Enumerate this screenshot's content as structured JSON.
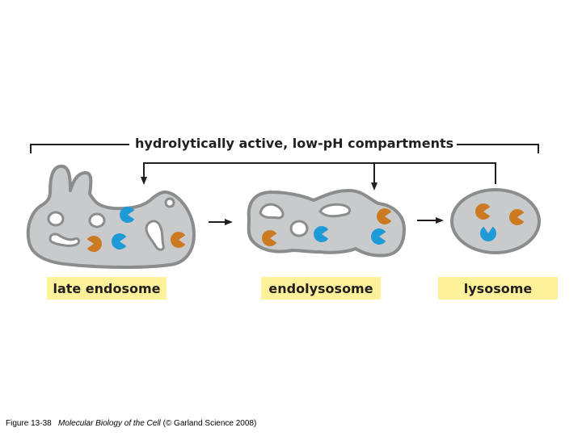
{
  "header": {
    "title": "hydrolytically active, low-pH compartments"
  },
  "compartments": [
    {
      "id": "late-endosome",
      "label": "late endosome"
    },
    {
      "id": "endolysosome",
      "label": "endolysosome"
    },
    {
      "id": "lysosome",
      "label": "lysosome"
    }
  ],
  "caption": {
    "figure": "Figure 13-38",
    "book": "Molecular Biology of the Cell",
    "credit": "(© Garland Science 2008)"
  },
  "colors": {
    "cell_fill": "#c9cacb",
    "cell_outline": "#8a8c8e",
    "enzyme_orange": "#cc7a21",
    "enzyme_blue": "#1e9ad6",
    "label_bg": "#fdf29a",
    "line": "#231f20"
  }
}
